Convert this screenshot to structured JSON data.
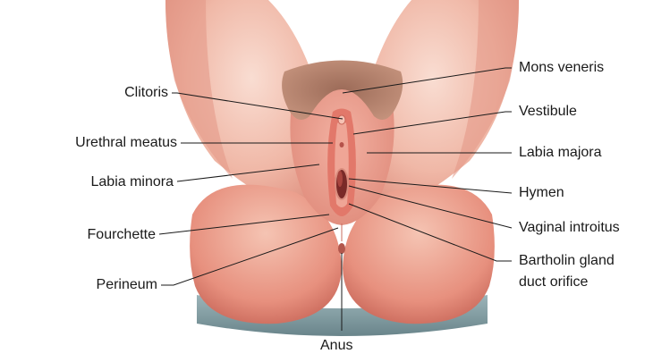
{
  "labels": {
    "clitoris": "Clitoris",
    "urethral_meatus": "Urethral meatus",
    "labia_minora": "Labia minora",
    "fourchette": "Fourchette",
    "perineum": "Perineum",
    "anus": "Anus",
    "mons_veneris": "Mons veneris",
    "vestibule": "Vestibule",
    "labia_majora": "Labia majora",
    "hymen": "Hymen",
    "vaginal_introitus": "Vaginal introitus",
    "bartholin_line1": "Bartholin gland",
    "bartholin_line2": "duct orifice"
  },
  "colors": {
    "skin_light": "#f6cdbf",
    "skin_mid": "#e89a88",
    "skin_dark": "#c9685a",
    "hair": "#8a5a4a",
    "shadow": "#5e7f86",
    "leader_line": "#1a1a1a"
  }
}
